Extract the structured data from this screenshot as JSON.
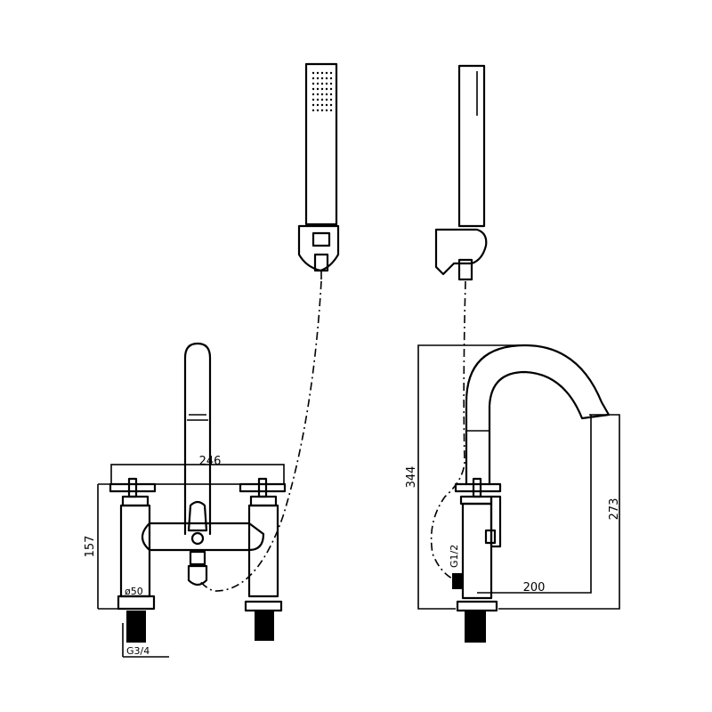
{
  "dimensions": {
    "width_front": "246",
    "height_front": "157",
    "base_diameter": "ø50",
    "inlet_thread": "G3/4",
    "total_height": "344",
    "spout_height": "273",
    "spout_reach": "200",
    "outlet_thread": "G1/2"
  }
}
